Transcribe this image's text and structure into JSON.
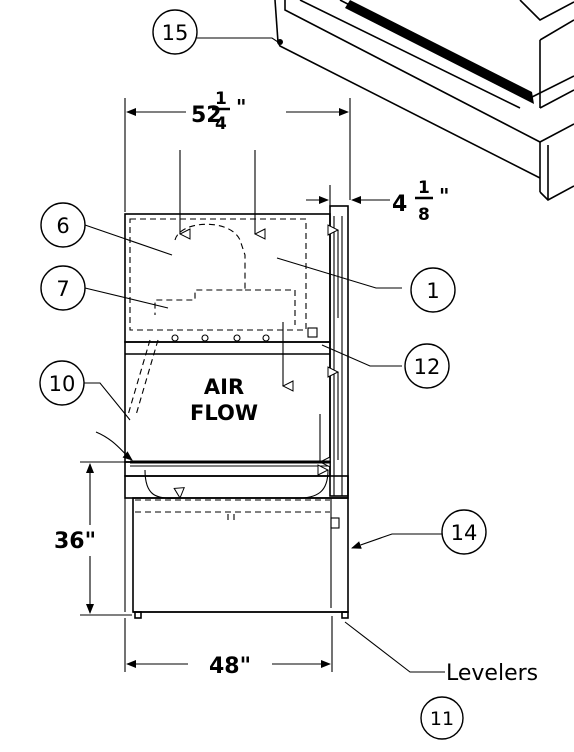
{
  "dimensions": {
    "top_width": {
      "whole": "52",
      "num": "1",
      "den": "4",
      "unit": "\""
    },
    "side_depth": {
      "whole": "4",
      "num": "1",
      "den": "8",
      "unit": "\""
    },
    "height": "36\"",
    "bottom_width": "48\""
  },
  "labels": {
    "air_line1": "AIR",
    "air_line2": "FLOW",
    "levelers": "Levelers"
  },
  "callouts": {
    "c15": "15",
    "c6": "6",
    "c7": "7",
    "c1": "1",
    "c12": "12",
    "c10": "10",
    "c14": "14",
    "c11": "11"
  }
}
